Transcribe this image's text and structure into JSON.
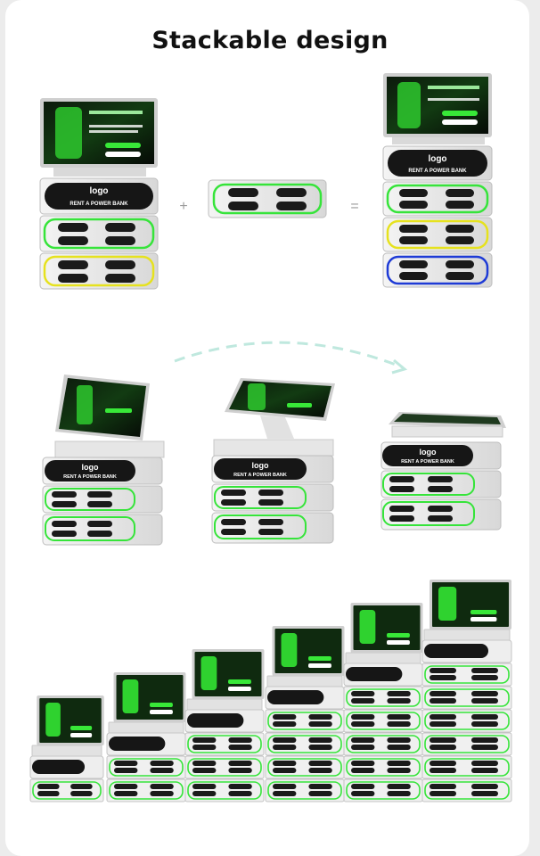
{
  "page": {
    "title": "Stackable design",
    "logo_text": "logo",
    "banner_text": "RENT A POWER BANK",
    "plus_sign": "+",
    "equals_sign": "="
  },
  "colors": {
    "accent_green": "#36e43a",
    "accent_yellow": "#e6e21e",
    "accent_blue": "#1e3bd6",
    "dashed_arrow": "#bfe8de"
  },
  "icons": [
    "plus-icon",
    "equals-icon",
    "dashed-arrow-icon"
  ]
}
